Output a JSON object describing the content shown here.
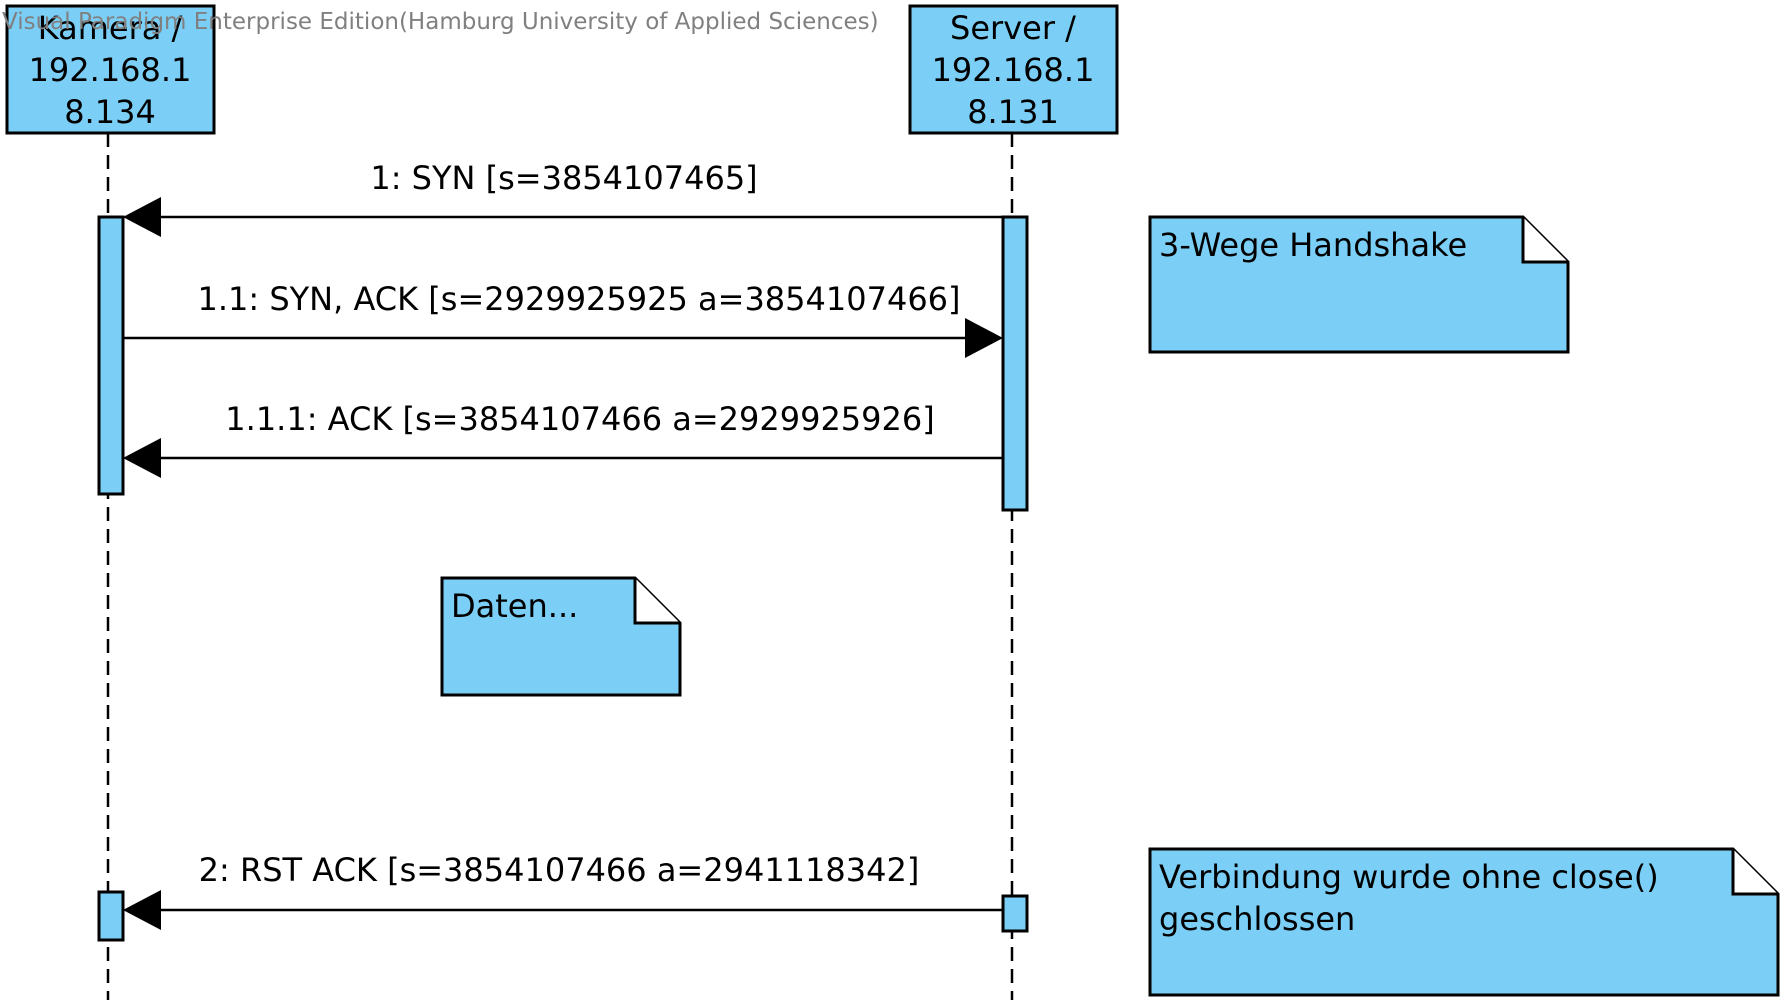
{
  "watermark": "Visual Paradigm Enterprise Edition(Hamburg University of Applied Sciences)",
  "lifelines": [
    {
      "id": "kamera",
      "label_lines": [
        "Kamera /",
        "192.168.1",
        "8.134"
      ]
    },
    {
      "id": "server",
      "label_lines": [
        "Server /",
        "192.168.1",
        "8.131"
      ]
    }
  ],
  "messages": [
    {
      "label": "1: SYN [s=3854107465]",
      "from": "server",
      "to": "kamera"
    },
    {
      "label": "1.1: SYN, ACK [s=2929925925 a=3854107466]",
      "from": "kamera",
      "to": "server"
    },
    {
      "label": "1.1.1: ACK [s=3854107466 a=2929925926]",
      "from": "server",
      "to": "kamera"
    },
    {
      "label": "2: RST ACK [s=3854107466 a=2941118342]",
      "from": "server",
      "to": "kamera"
    }
  ],
  "notes": [
    {
      "id": "handshake",
      "lines": [
        "3-Wege Handshake"
      ]
    },
    {
      "id": "daten",
      "lines": [
        "Daten..."
      ]
    },
    {
      "id": "closed",
      "lines": [
        "Verbindung wurde ohne close()",
        "geschlossen"
      ]
    }
  ],
  "colors": {
    "fill": "#7bcef5",
    "stroke": "#000000",
    "watermark": "#808080"
  }
}
